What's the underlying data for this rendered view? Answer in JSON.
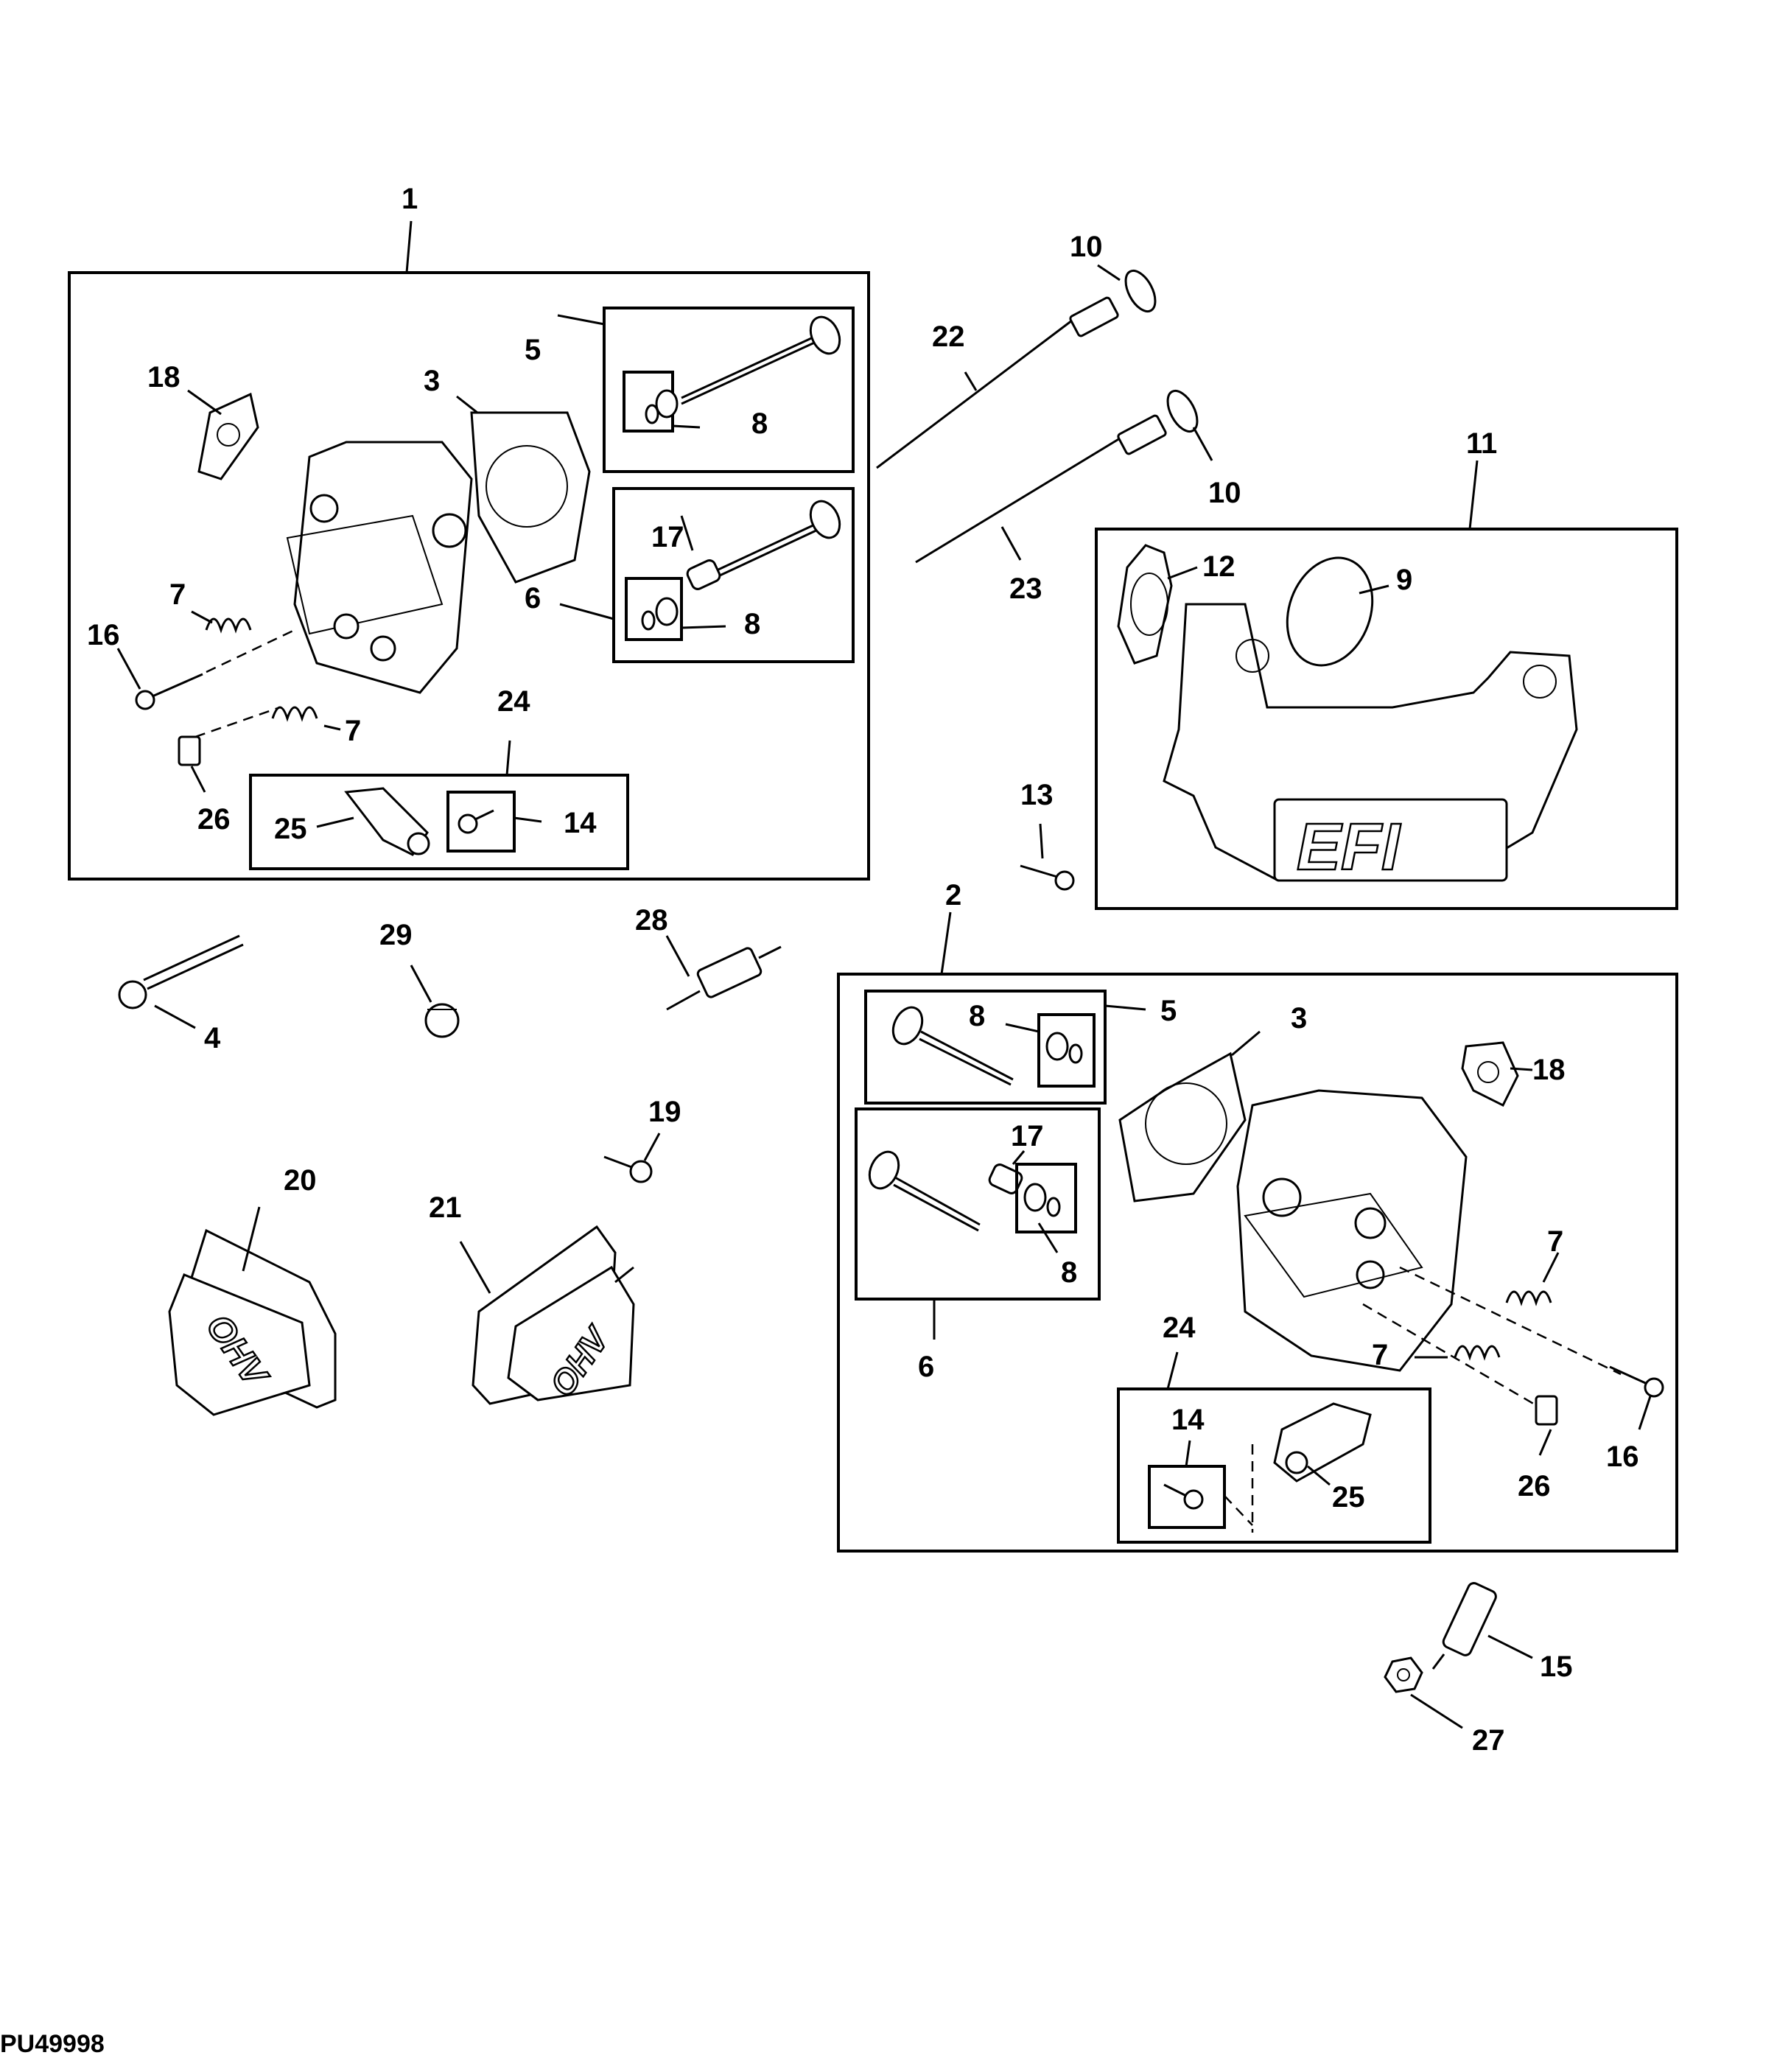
{
  "figure_id": "PU49998",
  "diagram": {
    "type": "exploded-parts-diagram",
    "subject": "Engine cylinder heads, valves and exhaust manifold",
    "groups": [
      {
        "id": "1",
        "label": "1",
        "contains": [
          "3",
          "5",
          "6",
          "7",
          "8",
          "16",
          "17",
          "18",
          "24",
          "25",
          "26",
          "14"
        ]
      },
      {
        "id": "2",
        "label": "2",
        "contains": [
          "3",
          "5",
          "6",
          "7",
          "8",
          "16",
          "17",
          "18",
          "24",
          "25",
          "26",
          "14"
        ]
      },
      {
        "id": "11",
        "label": "11",
        "contains": [
          "9",
          "12"
        ]
      },
      {
        "id": "5",
        "label": "5",
        "contains": [
          "8"
        ]
      },
      {
        "id": "6",
        "label": "6",
        "contains": [
          "8",
          "17"
        ]
      },
      {
        "id": "24",
        "label": "24",
        "contains": [
          "14",
          "25"
        ]
      }
    ],
    "logos": {
      "manifold": "EFI",
      "valve_cover": "OHV"
    }
  },
  "callouts": {
    "c1": "1",
    "c2": "2",
    "c3a": "3",
    "c3b": "3",
    "c4": "4",
    "c5a": "5",
    "c5b": "5",
    "c6a": "6",
    "c6b": "6",
    "c7a": "7",
    "c7b": "7",
    "c7c": "7",
    "c7d": "7",
    "c8a": "8",
    "c8b": "8",
    "c8c": "8",
    "c8d": "8",
    "c9": "9",
    "c10a": "10",
    "c10b": "10",
    "c11": "11",
    "c12": "12",
    "c13": "13",
    "c14a": "14",
    "c14b": "14",
    "c15": "15",
    "c16a": "16",
    "c16b": "16",
    "c17a": "17",
    "c17b": "17",
    "c18a": "18",
    "c18b": "18",
    "c19": "19",
    "c20": "20",
    "c21": "21",
    "c22": "22",
    "c23": "23",
    "c24a": "24",
    "c24b": "24",
    "c25a": "25",
    "c25b": "25",
    "c26a": "26",
    "c26b": "26",
    "c27": "27",
    "c28": "28",
    "c29": "29"
  }
}
